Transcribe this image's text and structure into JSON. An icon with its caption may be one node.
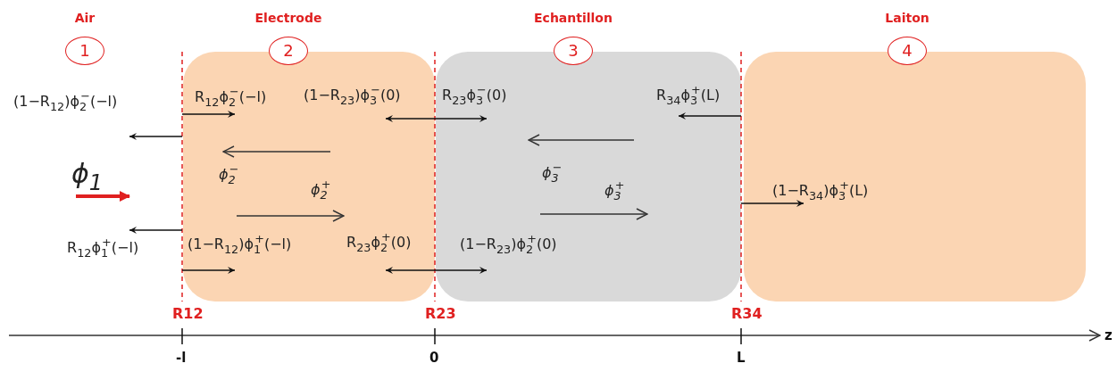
{
  "diagram": {
    "nodes": [
      {
        "text": [
          "1"
        ],
        "beside": [
          "Air"
        ]
      },
      {
        "text": [
          "2"
        ],
        "beside": [
          "Electrode"
        ]
      },
      {
        "text": [
          "3"
        ],
        "beside": [
          "Echantillon"
        ]
      },
      {
        "text": [
          "4"
        ],
        "beside": [
          "Laiton"
        ]
      },
      {
        "text": [],
        "shape": "box"
      },
      {
        "text": [],
        "shape": "box"
      },
      {
        "text": [],
        "shape": "box"
      }
    ],
    "edges": [
      {
        "from": 4,
        "to": 5,
        "arrow": "both"
      },
      {
        "from": 4,
        "to": 5,
        "arrow": "both"
      },
      {
        "from": 5,
        "to": 6,
        "arrow": "to"
      }
    ],
    "labels": [
      "(1−R$_{12}$)ϕ$_{2}$$^{−}$(−l)",
      "R$_{12}$ϕ$_{2}$$^{−}$(−l)",
      "(1−R$_{23}$)ϕ$_{3}$$^{−}$(0)",
      "R$_{23}$ϕ$_{3}$$^{−}$(0)",
      "R$_{34}$ϕ$_{3}$$^{+}$(L)",
      "ϕ$_{1}$",
      "ϕ$_{2}$$^{−}$",
      "ϕ$_{3}$$^{−}$",
      "ϕ$_{2}$$^{+}$",
      "ϕ$_{3}$$^{+}$",
      "(1−R$_{34}$)ϕ$_{3}$$^{+}$(L)",
      "R$_{12}$ϕ$_{1}$$^{+}$(−l)",
      "(1−R$_{12}$)ϕ$_{1}$$^{+}$(−l)",
      "R$_{23}$ϕ$_{2}$$^{+}$(0)",
      "(1−R$_{23}$)ϕ$_{2}$$^{+}$(0)",
      "R12",
      "R23",
      "R34",
      "-l",
      "0",
      "L",
      "z"
    ]
  }
}
